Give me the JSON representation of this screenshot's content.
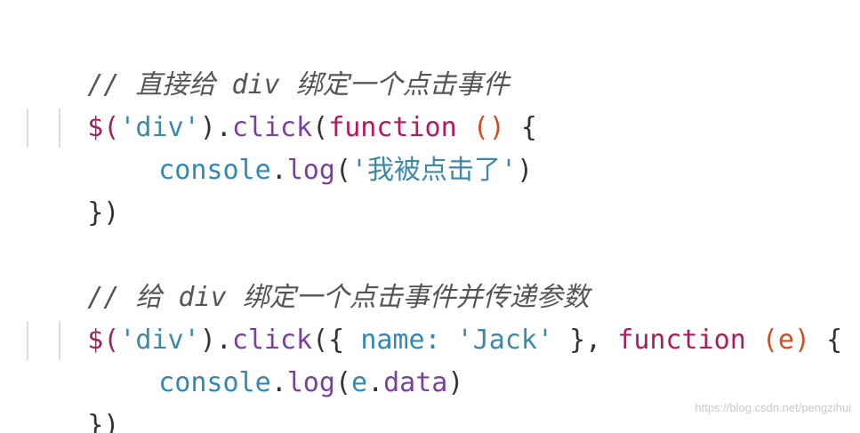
{
  "block1": {
    "comment": "// 直接给 div 绑定一个点击事件",
    "dollar": "$(",
    "selector": "'div'",
    "close_sel": ").",
    "method": "click",
    "open": "(",
    "keyword": "function",
    "params": " ()",
    "brace": " {",
    "console": "console",
    "dot": ".",
    "log": "log",
    "log_open": "(",
    "message": "'我被点击了'",
    "log_close": ")",
    "closing": "})"
  },
  "block2": {
    "comment": "// 给 div 绑定一个点击事件并传递参数",
    "dollar": "$(",
    "selector": "'div'",
    "close_sel": ").",
    "method": "click",
    "open": "({ ",
    "key": "name:",
    "value": " 'Jack'",
    "obj_close": " },",
    "keyword": " function",
    "params": " (e)",
    "brace": " {",
    "console": "console",
    "dot": ".",
    "log": "log",
    "log_open": "(",
    "arg_obj": "e",
    "arg_dot": ".",
    "arg_prop": "data",
    "log_close": ")",
    "closing": "})"
  },
  "watermark": "https://blog.csdn.net/pengzihui"
}
